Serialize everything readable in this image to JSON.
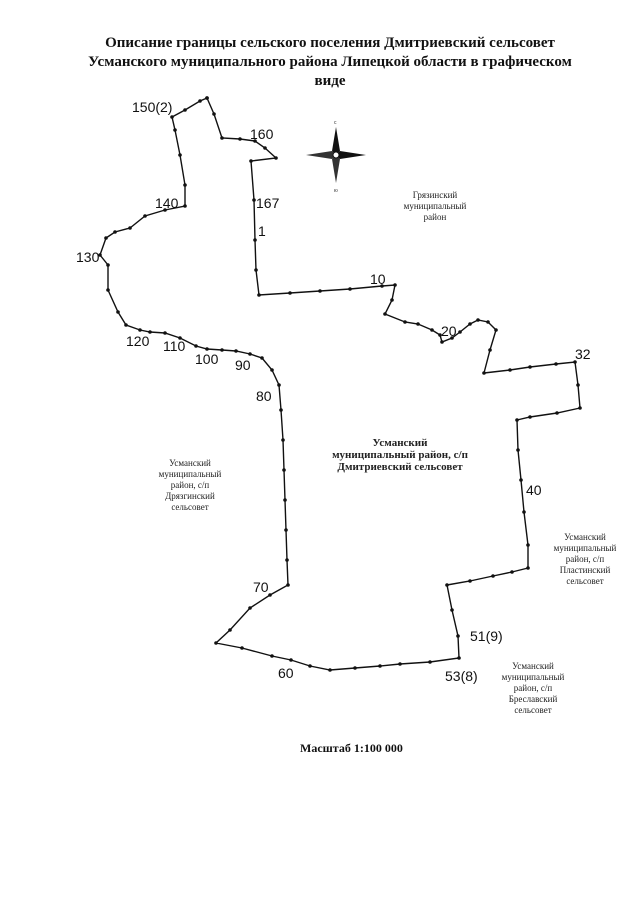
{
  "title": [
    "Описание границы сельского поселения Дмитриевский сельсовет",
    "Усманского муниципального района Липецкой области в графическом",
    "виде"
  ],
  "point_labels": [
    "150(2)",
    "160",
    "167",
    "1",
    "140",
    "130",
    "10",
    "20",
    "32",
    "120",
    "110",
    "100",
    "90",
    "80",
    "40",
    "70",
    "51(9)",
    "53(8)",
    "60"
  ],
  "regions": {
    "gryazinsky": [
      "Грязинский",
      "муниципальный",
      "район"
    ],
    "main": [
      "Усманский",
      "муниципальный район, с/п",
      "Дмитриевский сельсовет"
    ],
    "dryazginsky": [
      "Усманский",
      "муниципальный",
      "район, с/п",
      "Дрязгинский",
      "сельсовет"
    ],
    "plastinsky": [
      "Усманский",
      "муниципальный",
      "район, с/п",
      "Пластинский",
      "сельсовет"
    ],
    "breslavsky": [
      "Усманский",
      "муниципальный",
      "район, с/п",
      "Бреславский",
      "сельсовет"
    ]
  },
  "compass": {
    "north": "с",
    "south": "ю"
  },
  "scale": "Масштаб 1:100 000"
}
